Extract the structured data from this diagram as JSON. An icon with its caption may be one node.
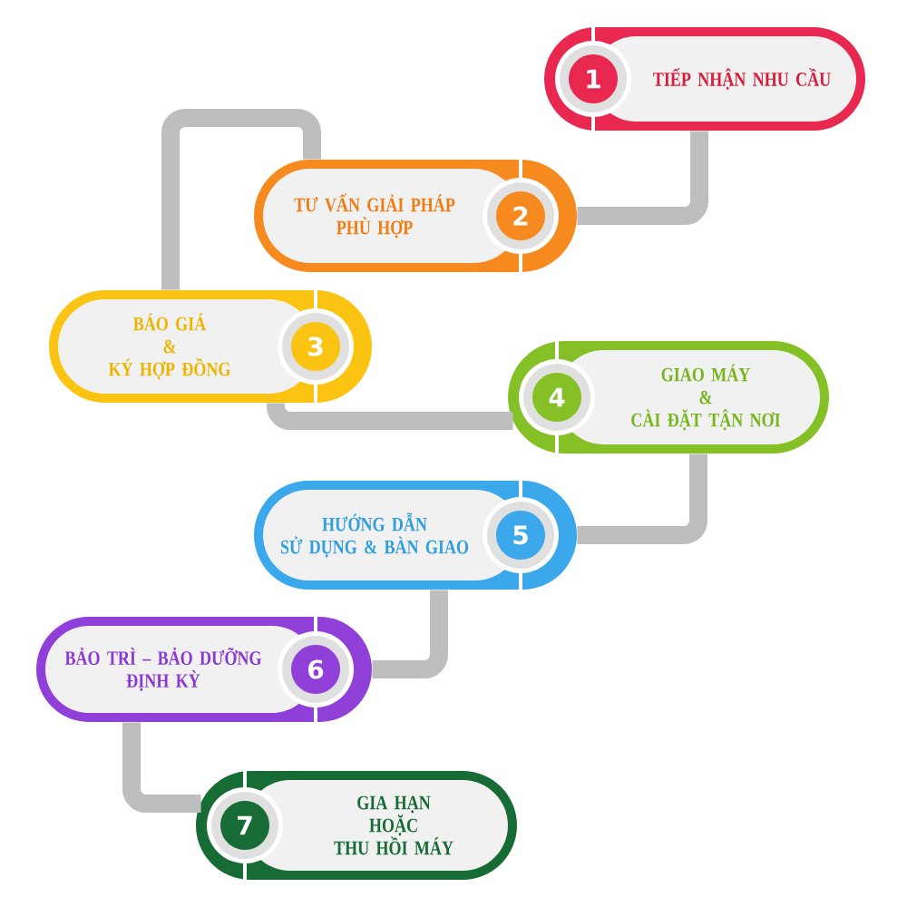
{
  "diagram": {
    "nodes": [
      {
        "text": [
          "1",
          "TIẾP NHẬN NHU CẦU"
        ]
      },
      {
        "text": [
          "TƯ VẤN GIẢI PHÁP PHÙ HỢP",
          "2"
        ]
      },
      {
        "text": [
          "BÁO GIÁ & KÝ HỢP ĐỒNG",
          "3"
        ]
      },
      {
        "text": [
          "4",
          "GIAO MÁY & CÀI ĐẶT TẬN NƠI"
        ]
      },
      {
        "text": [
          "HƯỚNG DẪN SỬ DỤNG & BÀN GIAO",
          "5"
        ]
      },
      {
        "text": [
          "BẢO TRÌ – BẢO DƯỠNG ĐỊNH KỲ",
          "6"
        ]
      },
      {
        "text": [
          "7",
          "GIA HẠN HOẶC THU HỒI MÁY"
        ]
      }
    ],
    "edges": [
      {
        "from": 0,
        "to": 1,
        "arrow": "none"
      },
      {
        "from": 1,
        "to": 2,
        "arrow": "none"
      },
      {
        "from": 2,
        "to": 3,
        "arrow": "none"
      },
      {
        "from": 3,
        "to": 4,
        "arrow": "none"
      },
      {
        "from": 4,
        "to": 5,
        "arrow": "none"
      },
      {
        "from": 5,
        "to": 6,
        "arrow": "none"
      }
    ]
  }
}
